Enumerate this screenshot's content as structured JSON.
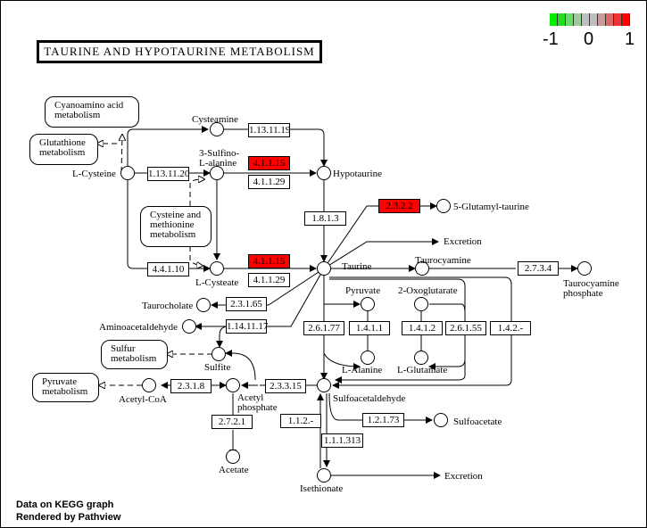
{
  "title": "TAURINE AND HYPOTAURINE METABOLISM",
  "legend": {
    "colors": [
      "#00ee00",
      "#22dd22",
      "#66dd66",
      "#99cc99",
      "#bebebe",
      "#bebebe",
      "#cc9999",
      "#dd6666",
      "#ee3333",
      "#ff0000"
    ],
    "ticks": [
      "-1",
      "0",
      "1"
    ]
  },
  "footer": {
    "line1": "Data on KEGG graph",
    "line2": "Rendered by Pathview"
  },
  "colors": {
    "highlight": "#ff0000",
    "normal": "#ffffff"
  },
  "maps": [
    {
      "id": "cyanoamino",
      "text": "Cyanoamino acid\nmetabolism"
    },
    {
      "id": "glutathione",
      "text": "Glutathione\nmetabolism"
    },
    {
      "id": "cysmet",
      "text": "Cysteine and\nmethionine\nmetabolism"
    },
    {
      "id": "sulfur",
      "text": "Sulfur\nmetabolism"
    },
    {
      "id": "pyruvate",
      "text": "Pyruvate\nmetabolism"
    }
  ],
  "enzymes": [
    {
      "id": "e1",
      "label": "1.13.11.19",
      "highlight": false
    },
    {
      "id": "e2",
      "label": "1.13.11.20",
      "highlight": false
    },
    {
      "id": "e3",
      "label": "4.1.1.15",
      "highlight": true
    },
    {
      "id": "e4",
      "label": "4.1.1.29",
      "highlight": false
    },
    {
      "id": "e5",
      "label": "1.8.1.3",
      "highlight": false
    },
    {
      "id": "e6",
      "label": "2.3.2.2",
      "highlight": true
    },
    {
      "id": "e7",
      "label": "4.4.1.10",
      "highlight": false
    },
    {
      "id": "e8",
      "label": "4.1.1.15",
      "highlight": true
    },
    {
      "id": "e9",
      "label": "4.1.1.29",
      "highlight": false
    },
    {
      "id": "e10",
      "label": "2.3.1.65",
      "highlight": false
    },
    {
      "id": "e11",
      "label": "1.14.11.17",
      "highlight": false
    },
    {
      "id": "e12",
      "label": "2.6.1.77",
      "highlight": false
    },
    {
      "id": "e13",
      "label": "1.4.1.1",
      "highlight": false
    },
    {
      "id": "e14",
      "label": "1.4.1.2",
      "highlight": false
    },
    {
      "id": "e15",
      "label": "2.6.1.55",
      "highlight": false
    },
    {
      "id": "e16",
      "label": "1.4.2.-",
      "highlight": false
    },
    {
      "id": "e17",
      "label": "2.7.3.4",
      "highlight": false
    },
    {
      "id": "e18",
      "label": "2.3.1.8",
      "highlight": false
    },
    {
      "id": "e19",
      "label": "2.3.3.15",
      "highlight": false
    },
    {
      "id": "e20",
      "label": "2.7.2.1",
      "highlight": false
    },
    {
      "id": "e21",
      "label": "1.1.2.-",
      "highlight": false
    },
    {
      "id": "e22",
      "label": "1.2.1.73",
      "highlight": false
    },
    {
      "id": "e23",
      "label": "1.1.1.313",
      "highlight": false
    }
  ],
  "compounds": {
    "l_cysteine": "L-Cysteine",
    "cysteamine": "Cysteamine",
    "sulfinoalanine": "3-Sulfino-\nL-alanine",
    "hypotaurine": "Hypotaurine",
    "glutamyl_taurine": "5-Glutamyl-taurine",
    "excretion1": "Excretion",
    "l_cysteate": "L-Cysteate",
    "taurine": "Taurine",
    "taurocyamine": "Taurocyamine",
    "taurocyamine_p": "Taurocyamine\nphosphate",
    "taurocholate": "Taurocholate",
    "aminoacetaldehyde": "Aminoacetaldehyde",
    "pyruvate": "Pyruvate",
    "oxoglutarate": "2-Oxoglutarate",
    "l_alanine": "L-Alanine",
    "l_glutamate": "L-Glutamate",
    "sulfite": "Sulfite",
    "acetyl_coa": "Acetyl-CoA",
    "acetyl_p": "Acetyl\nphosphate",
    "sulfoacetaldehyde": "Sulfoacetaldehyde",
    "sulfoacetate": "Sulfoacetate",
    "acetate": "Acetate",
    "isethionate": "Isethionate",
    "excretion2": "Excretion"
  }
}
